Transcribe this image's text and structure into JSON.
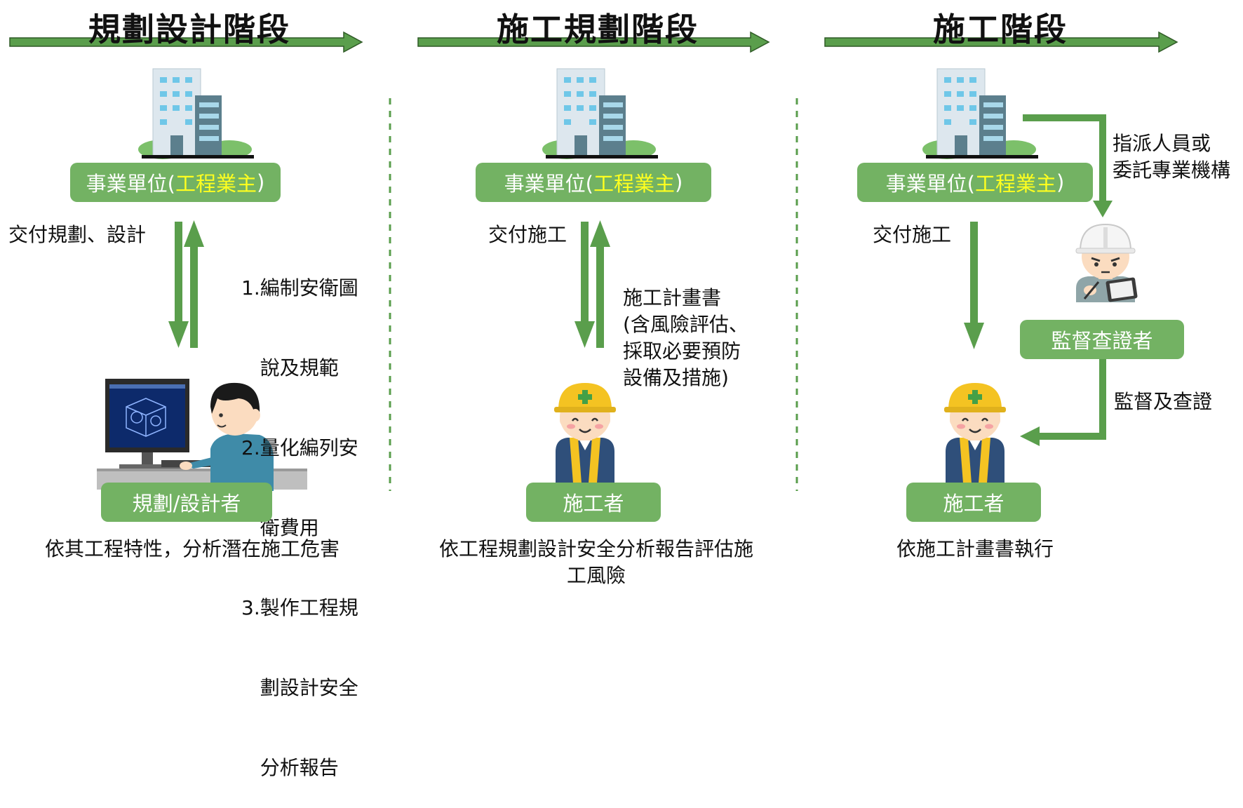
{
  "colors": {
    "green": "#73b263",
    "arrow": "#5a9e4c",
    "owner_highlight": "#ffff1f"
  },
  "stages": [
    {
      "title": "規劃設計階段",
      "owner": {
        "prefix": "事業單位(",
        "highlight": "工程業主",
        "suffix": ")"
      },
      "down_label": "交付規劃、設計",
      "up_label_lines": [
        "1.編制安衛圖",
        "   說及規範",
        "2.量化編列安",
        "   衛費用",
        "3.製作工程規",
        "   劃設計安全",
        "   分析報告"
      ],
      "actor": "規劃/設計者",
      "caption_lines": [
        "依其工程特性，分析潛在施工危害"
      ]
    },
    {
      "title": "施工規劃階段",
      "owner": {
        "prefix": "事業單位(",
        "highlight": "工程業主",
        "suffix": ")"
      },
      "down_label": "交付施工",
      "up_label_lines": [
        "施工計畫書",
        "(含風險評估、",
        "採取必要預防",
        "設備及措施)"
      ],
      "actor": "施工者",
      "caption_lines": [
        "依工程規劃設計安全分析報告評估施",
        "工風險"
      ]
    },
    {
      "title": "施工階段",
      "owner": {
        "prefix": "事業單位(",
        "highlight": "工程業主",
        "suffix": ")"
      },
      "down_label": "交付施工",
      "assign_label_lines": [
        "指派人員或",
        "委託專業機構"
      ],
      "inspector": "監督查證者",
      "inspect_label": "監督及查證",
      "actor": "施工者",
      "caption_lines": [
        "依施工計畫書執行"
      ]
    }
  ]
}
